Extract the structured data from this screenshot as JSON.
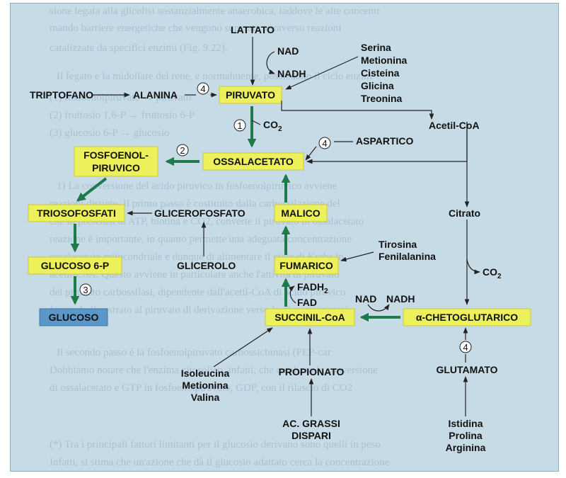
{
  "background_text": [
    "sione legata alla glicolisi sostanzialmente anaerobica, laddove le alte concentr",
    "mando barriere energetiche che vengono superate attraverso reazioni",
    "catalizzate da specifici enzimi (Fig. 9.22).",
    "Il fegato e la midollare del rene, e normalmente, possiedono il ciclo enzim",
    "(1) fosfoenolpiruvato → piruvato",
    "(2) fruttosio 1,6-P → fruttosio 6-P",
    "(3) glucosio 6-P → glucosio",
    "1) La conversione del acido piruvico in fosfoenolpiruvico avviene",
    "reazioni distinte. Il primo passo è costituito dalla carbossilazione del",
    "che in presenza di ATP, biotina e CO2, converte il piruvato in ossalacetato",
    "reazione è importante, in quanto permette una adeguata concentrazione",
    "ossalacetato mitocondriale e dunque di alimentare il ciclo di Krebs in",
    "acetil-CoA. Questo avviene in particolare anche l'attività di piruvato",
    "del piruvato carbossilasi, dipendente dall'acetil-CoA di acido piruvico",
    "fornendo il sostrato al piruvato di derivazione verso la gluconeogenesi",
    "Il secondo passo è la fosfoenolpiruvato carbossichinasi (PEP-car",
    "Dobbiamo notare che l'enzima citosolico, infatti, che catalizza la conversione",
    "di ossalacetato e GTP in fosfoenolpiruvato, GDP, con il rilascio di CO2",
    "(*) Tra i principali fattori limitanti per il glucosio derivano sono quelli in peso",
    "Infatti, si stima che un'azione che dà il glucosio adattato cerca la concentrazione"
  ],
  "colors": {
    "panel_bg": "#c7dbe7",
    "box_yellow": "#ecf05a",
    "box_blue": "#5b97c9",
    "green_arrow": "#1e7a4a",
    "black_arrow": "#222222",
    "bg_text": "#a9c1d0"
  },
  "boxes": {
    "piruvato": "PIRUVATO",
    "fosfoenolpiruvico_1": "FOSFOENOL-",
    "fosfoenolpiruvico_2": "PIRUVICO",
    "ossalacetato": "OSSALACETATO",
    "triosofosfati": "TRIOSOFOSFATI",
    "malico": "MALICO",
    "glucoso6p": "GLUCOSO 6-P",
    "fumarico": "FUMARICO",
    "glucoso": "GLUCOSO",
    "succinil": "SUCCINIL-CoA",
    "chetoglutarico": "α-CHETOGLUTARICO"
  },
  "labels": {
    "lattato": "LATTATO",
    "nad_top": "NAD",
    "nadh_top": "NADH",
    "serina": "Serina",
    "metionina_1": "Metionina",
    "cisteina": "Cisteina",
    "glicina": "Glicina",
    "treonina": "Treonina",
    "triptofano": "TRIPTOFANO",
    "alanina": "ALANINA",
    "acetilcoa": "Acetil-CoA",
    "co2_top": "CO",
    "co2_top_sub": "2",
    "aspartico": "ASPARTICO",
    "glicerofosfato": "GLICEROFOSFATO",
    "glicerolo": "GLICEROLO",
    "citrato": "Citrato",
    "tirosina": "Tirosina",
    "fenilalanina": "Fenilalanina",
    "co2_right": "CO",
    "co2_right_sub": "2",
    "fadh": "FADH",
    "fadh_sub": "2",
    "fad": "FAD",
    "nad_mid": "NAD",
    "nadh_mid": "NADH",
    "isoleucina": "Isoleucina",
    "metionina_2": "Metionina",
    "valina": "Valina",
    "propionato": "PROPIONATO",
    "glutamato": "GLUTAMATO",
    "ac_grassi": "AC. GRASSI",
    "dispari": "DISPARI",
    "istidina": "Istidina",
    "prolina": "Prolina",
    "arginina": "Arginina"
  },
  "markers": {
    "m1": "1",
    "m2": "2",
    "m3": "3",
    "m4a": "4",
    "m4b": "4",
    "m4c": "4"
  }
}
